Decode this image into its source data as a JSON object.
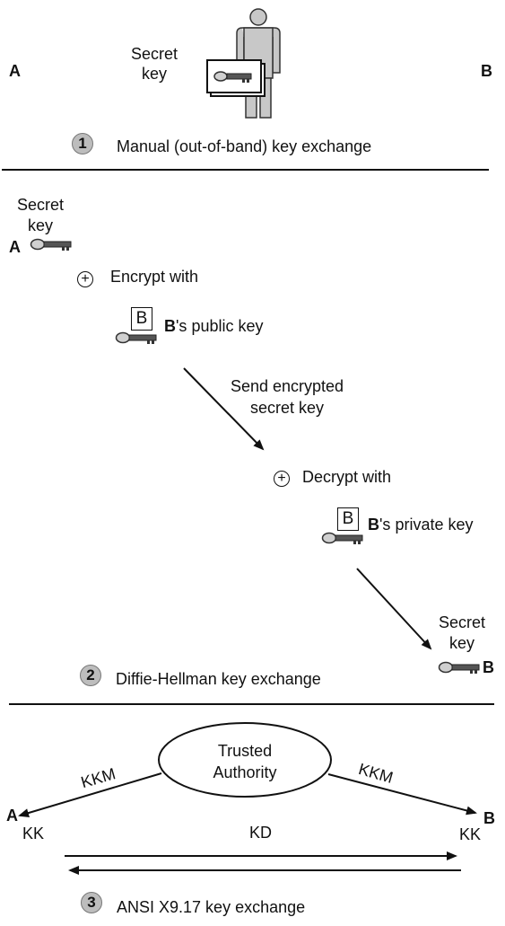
{
  "section1": {
    "step": "1",
    "caption": "Manual (out-of-band) key exchange",
    "party_a": "A",
    "party_b": "B",
    "secret_key": [
      "Secret",
      "key"
    ]
  },
  "section2": {
    "step": "2",
    "caption": "Diffie-Hellman key exchange",
    "party_a": "A",
    "party_b": "B",
    "secret_key_top": [
      "Secret",
      "key"
    ],
    "encrypt_with": "Encrypt with",
    "pubkey_b": "B",
    "pubkey_rest": "'s public key",
    "key_label": "B",
    "send_text": [
      "Send encrypted",
      "secret key"
    ],
    "decrypt_with": "Decrypt with",
    "privkey_b": "B",
    "privkey_rest": "'s private key",
    "key_label2": "B",
    "secret_key_bottom": [
      "Secret",
      "key"
    ],
    "plus": "+"
  },
  "section3": {
    "step": "3",
    "caption": "ANSI X9.17 key exchange",
    "authority": [
      "Trusted",
      "Authority"
    ],
    "kkm_left": "KKM",
    "kkm_right": "KKM",
    "party_a": "A",
    "party_b": "B",
    "kk_left": "KK",
    "kk_right": "KK",
    "kd": "KD"
  }
}
